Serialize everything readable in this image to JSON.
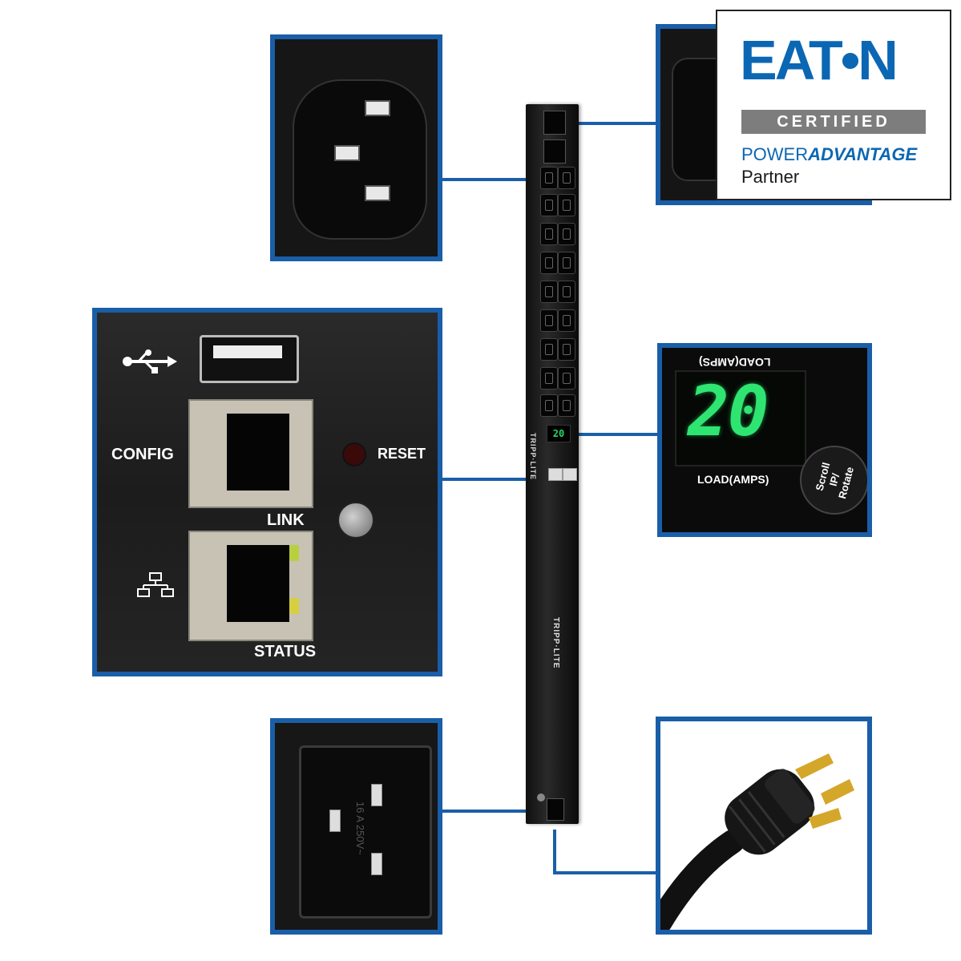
{
  "badge": {
    "brand": "EAT•N",
    "certified": "CERTIFIED",
    "power": "POWER",
    "advantage": "ADVANTAGE",
    "partner": "Partner"
  },
  "network_panel": {
    "config": "CONFIG",
    "reset": "RESET",
    "link": "LINK",
    "status": "STATUS"
  },
  "load_panel": {
    "label_mirrored": "LOAD(AMPS)",
    "digits": "20",
    "label": "LOAD(AMPS)",
    "button": "Scroll IP/ Rotate"
  },
  "pdu": {
    "lcd": "20",
    "brand": "TRIPP·LITE"
  },
  "c20_panel": {
    "rating": "16 A 250V~"
  },
  "colors": {
    "frame": "#1a5ea8",
    "eaton_blue": "#0b67b3",
    "lcd_green": "#2fe572"
  }
}
